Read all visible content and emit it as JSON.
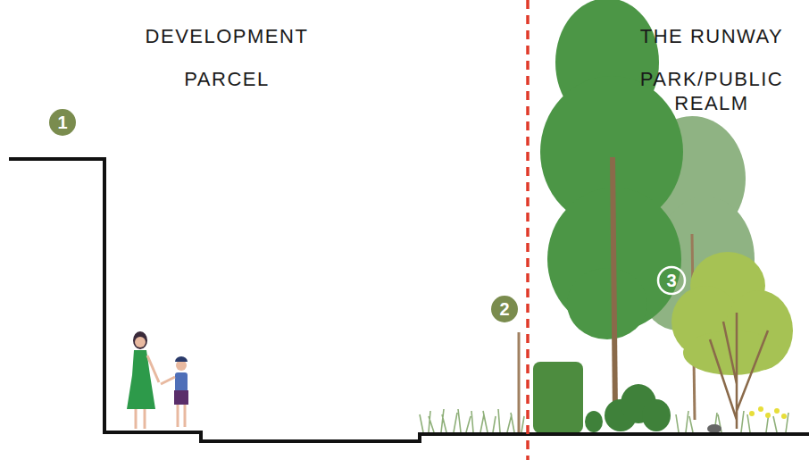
{
  "diagram": {
    "labels": [
      "DEVELOPMENT",
      "PARCEL",
      "THE RUNWAY",
      "PARK/PUBLIC REALM",
      "1",
      "2",
      "3"
    ]
  }
}
